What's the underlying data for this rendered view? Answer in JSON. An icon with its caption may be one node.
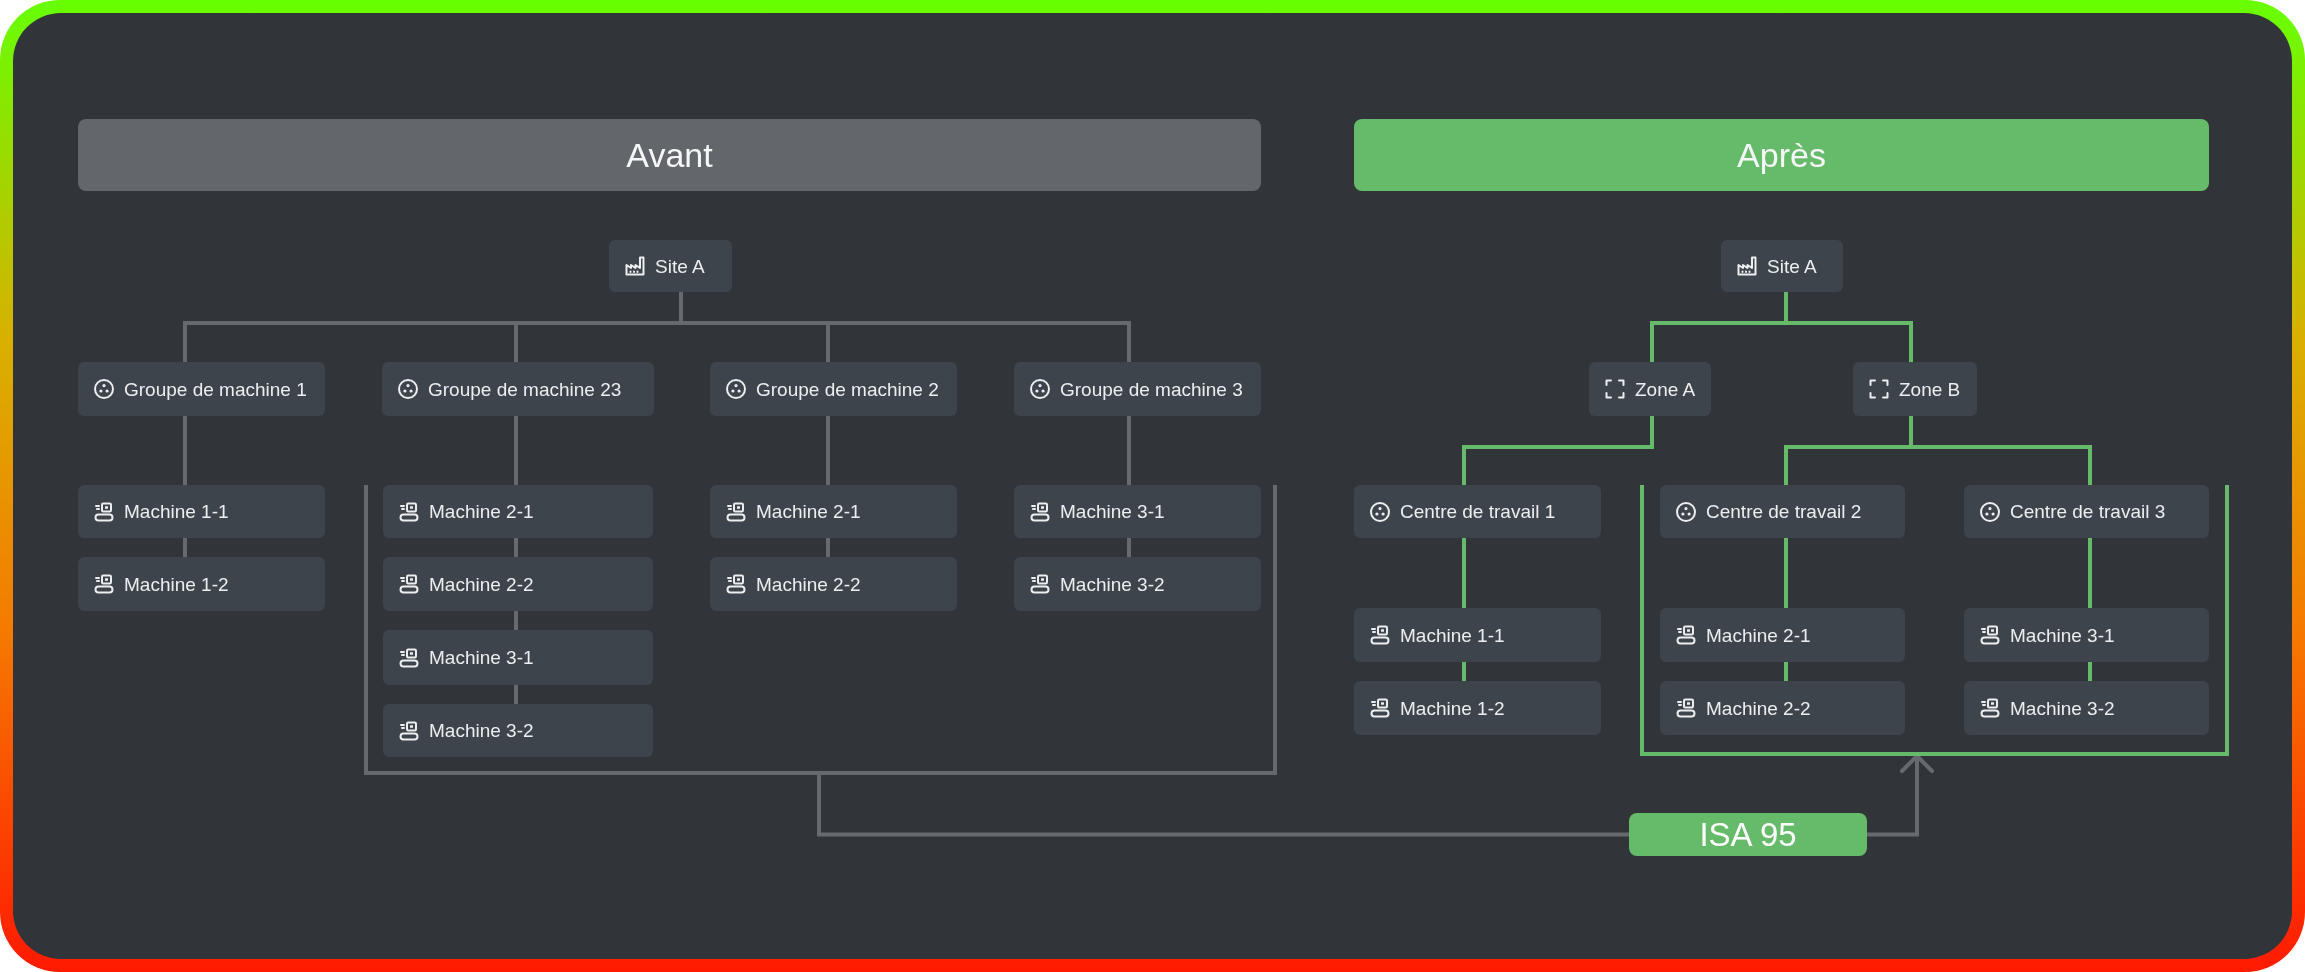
{
  "diagram": {
    "nodes": [
      {
        "text": [
          "Avant"
        ]
      },
      {
        "text": [
          "Après"
        ]
      },
      {
        "text": [
          "Site A"
        ]
      },
      {
        "text": [
          "Groupe de machine 1"
        ]
      },
      {
        "text": [
          "Groupe de machine 23"
        ]
      },
      {
        "text": [
          "Groupe de machine 2"
        ]
      },
      {
        "text": [
          "Groupe de machine 3"
        ]
      },
      {
        "text": [
          "Machine 1-1"
        ]
      },
      {
        "text": [
          "Machine 1-2"
        ]
      },
      {
        "text": [],
        "shape": "bracket"
      },
      {
        "text": [
          "Machine 2-1"
        ],
        "in": 9
      },
      {
        "text": [
          "Machine 2-2"
        ],
        "in": 9
      },
      {
        "text": [
          "Machine 3-1"
        ],
        "in": 9
      },
      {
        "text": [
          "Machine 3-2"
        ],
        "in": 9
      },
      {
        "text": [
          "Machine 2-1"
        ],
        "in": 9
      },
      {
        "text": [
          "Machine 2-2"
        ],
        "in": 9
      },
      {
        "text": [
          "Machine 3-1"
        ],
        "in": 9
      },
      {
        "text": [
          "Machine 3-2"
        ],
        "in": 9
      },
      {
        "text": [
          "Site A"
        ]
      },
      {
        "text": [
          "Zone A"
        ]
      },
      {
        "text": [
          "Zone B"
        ]
      },
      {
        "text": [
          "Centre de travail 1"
        ]
      },
      {
        "text": [],
        "shape": "bracket"
      },
      {
        "text": [
          "Centre de travail 2"
        ],
        "in": 22
      },
      {
        "text": [
          "Centre de travail 3"
        ],
        "in": 22
      },
      {
        "text": [
          "Machine 1-1"
        ]
      },
      {
        "text": [
          "Machine 1-2"
        ]
      },
      {
        "text": [
          "Machine 2-1"
        ],
        "in": 22
      },
      {
        "text": [
          "Machine 2-2"
        ],
        "in": 22
      },
      {
        "text": [
          "Machine 3-1"
        ],
        "in": 22
      },
      {
        "text": [
          "Machine 3-2"
        ],
        "in": 22
      },
      {
        "text": [
          "ISA 95"
        ]
      }
    ],
    "edges": [
      {
        "from": 2,
        "to": 3,
        "arrow": "none"
      },
      {
        "from": 2,
        "to": 4,
        "arrow": "none"
      },
      {
        "from": 2,
        "to": 5,
        "arrow": "none"
      },
      {
        "from": 2,
        "to": 6,
        "arrow": "none"
      },
      {
        "from": 3,
        "to": 7,
        "arrow": "none"
      },
      {
        "from": 7,
        "to": 8,
        "arrow": "none"
      },
      {
        "from": 4,
        "to": 10,
        "arrow": "none"
      },
      {
        "from": 10,
        "to": 11,
        "arrow": "none"
      },
      {
        "from": 11,
        "to": 12,
        "arrow": "none"
      },
      {
        "from": 12,
        "to": 13,
        "arrow": "none"
      },
      {
        "from": 5,
        "to": 14,
        "arrow": "none"
      },
      {
        "from": 14,
        "to": 15,
        "arrow": "none"
      },
      {
        "from": 6,
        "to": 16,
        "arrow": "none"
      },
      {
        "from": 16,
        "to": 17,
        "arrow": "none"
      },
      {
        "from": 18,
        "to": 19,
        "arrow": "none",
        "color": "#66bb6a"
      },
      {
        "from": 18,
        "to": 20,
        "arrow": "none",
        "color": "#66bb6a"
      },
      {
        "from": 19,
        "to": 21,
        "arrow": "none",
        "color": "#66bb6a"
      },
      {
        "from": 20,
        "to": 23,
        "arrow": "none",
        "color": "#66bb6a"
      },
      {
        "from": 20,
        "to": 24,
        "arrow": "none",
        "color": "#66bb6a"
      },
      {
        "from": 21,
        "to": 25,
        "arrow": "none",
        "color": "#66bb6a"
      },
      {
        "from": 25,
        "to": 26,
        "arrow": "none",
        "color": "#66bb6a"
      },
      {
        "from": 23,
        "to": 27,
        "arrow": "none",
        "color": "#66bb6a"
      },
      {
        "from": 27,
        "to": 28,
        "arrow": "none",
        "color": "#66bb6a"
      },
      {
        "from": 24,
        "to": 29,
        "arrow": "none",
        "color": "#66bb6a"
      },
      {
        "from": 29,
        "to": 30,
        "arrow": "none",
        "color": "#66bb6a"
      },
      {
        "from": 9,
        "to": 31,
        "arrow": "none"
      },
      {
        "from": 31,
        "to": 22,
        "arrow": "to"
      }
    ]
  }
}
